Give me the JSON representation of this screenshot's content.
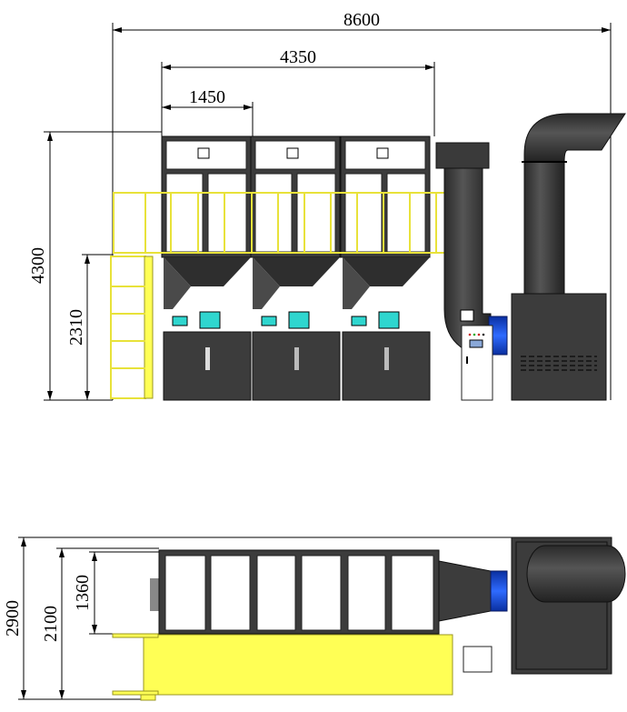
{
  "title": "Dust collector equipment general arrangement",
  "front_view": {
    "dimensions": {
      "overall_length": "8600",
      "filter_section_length": "4350",
      "module_width": "1450",
      "overall_height": "4300",
      "platform_height": "2310"
    },
    "modules": 3
  },
  "plan_view": {
    "dimensions": {
      "overall_depth": "2900",
      "platform_depth": "2100",
      "body_depth": "1360"
    }
  },
  "colors": {
    "frame": "#3c3c3c",
    "platform": "#ffff55",
    "fan_inlet": "#1f4fe0",
    "rotary_valve": "#2fd6cf"
  }
}
